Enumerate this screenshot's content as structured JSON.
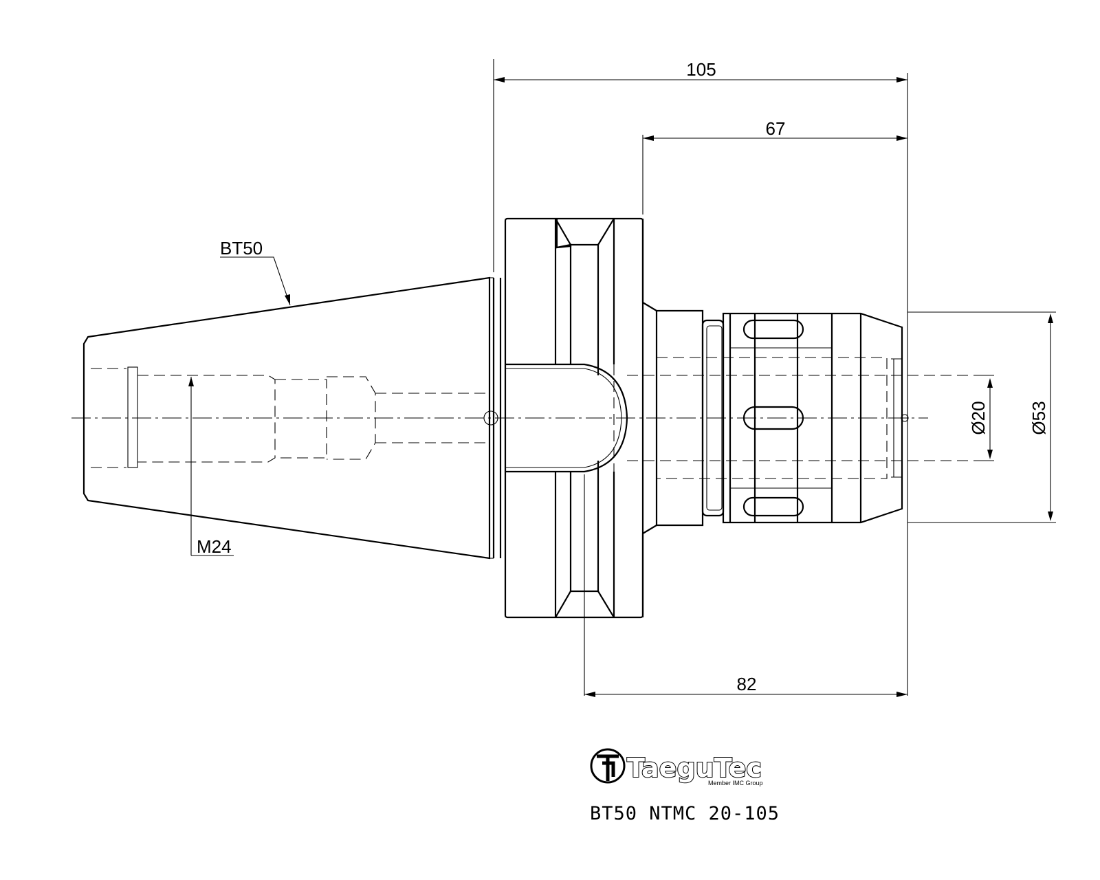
{
  "dimensions": {
    "overall_length": "105",
    "flange_to_end": "67",
    "gauge_to_end": "82",
    "clamp_diameter": "Ø20",
    "body_diameter": "Ø53"
  },
  "callouts": {
    "taper": "BT50",
    "thread": "M24"
  },
  "brand": {
    "name": "TaeguTec",
    "tagline": "Member IMC Group"
  },
  "part_number": "BT50 NTMC 20-105"
}
